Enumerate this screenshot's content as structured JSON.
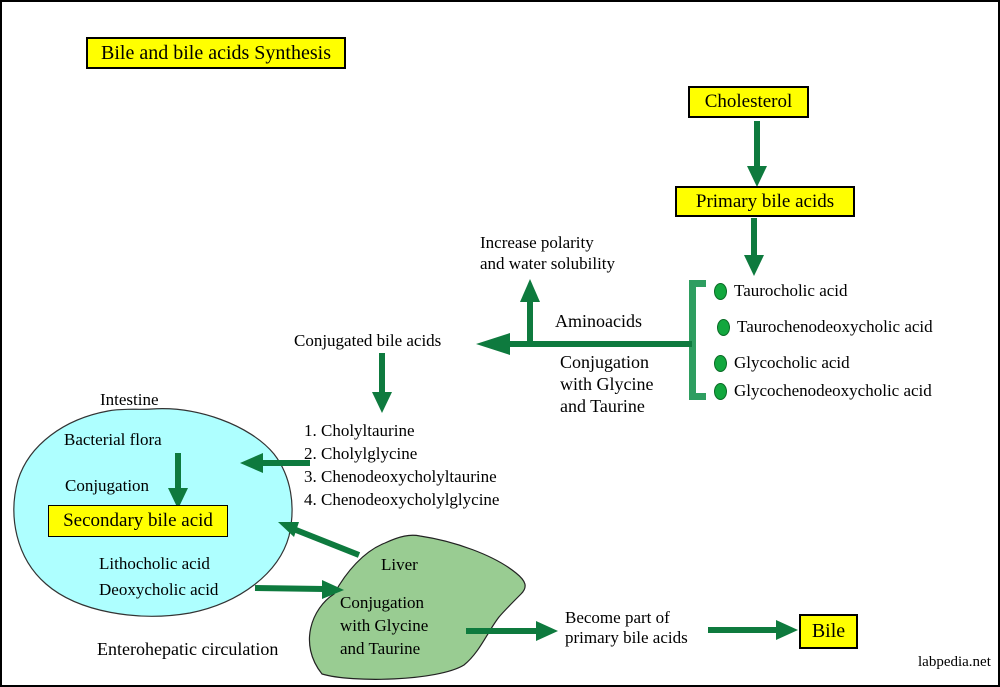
{
  "title": "Bile and bile acids Synthesis",
  "nodes": {
    "cholesterol": "Cholesterol",
    "primary_bile_acids": "Primary bile acids",
    "secondary_bile_acid": "Secondary bile acid",
    "bile": "Bile"
  },
  "primary_acid_list": [
    "Taurocholic acid",
    "Taurochenodeoxycholic acid",
    "Glycocholic acid",
    "Glycochenodeoxycholic acid"
  ],
  "conjugated_list": [
    "1. Cholyltaurine",
    "2. Cholylglycine",
    "3. Chenodeoxycholyltaurine",
    "4. Chenodeoxycholylglycine"
  ],
  "labels": {
    "increase_polarity": "Increase polarity\nand water solubility",
    "aminoacids": "Aminoacids",
    "conjugation_detail": "Conjugation\nwith Glycine\nand Taurine",
    "conjugated_bile_acids": "Conjugated bile acids",
    "intestine": "Intestine",
    "bacterial_flora": "Bacterial flora",
    "conjugation": "Conjugation",
    "lithocholic_acid": "Lithocholic acid",
    "deoxycholic_acid": "Deoxycholic acid",
    "enterohepatic_circulation": "Enterohepatic circulation",
    "liver": "Liver",
    "liver_conjugation_detail": "Conjugation\nwith Glycine\nand Taurine",
    "become_part": "Become part of\nprimary bile acids",
    "watermark": "labpedia.net"
  },
  "colors": {
    "highlight_yellow": "#ffff00",
    "arrow_green": "#0e7a3e",
    "bracket_green": "#2e9e60",
    "bullet_green": "#12a73e",
    "intestine_cyan": "#aeffff",
    "liver_green": "#99cc92"
  }
}
